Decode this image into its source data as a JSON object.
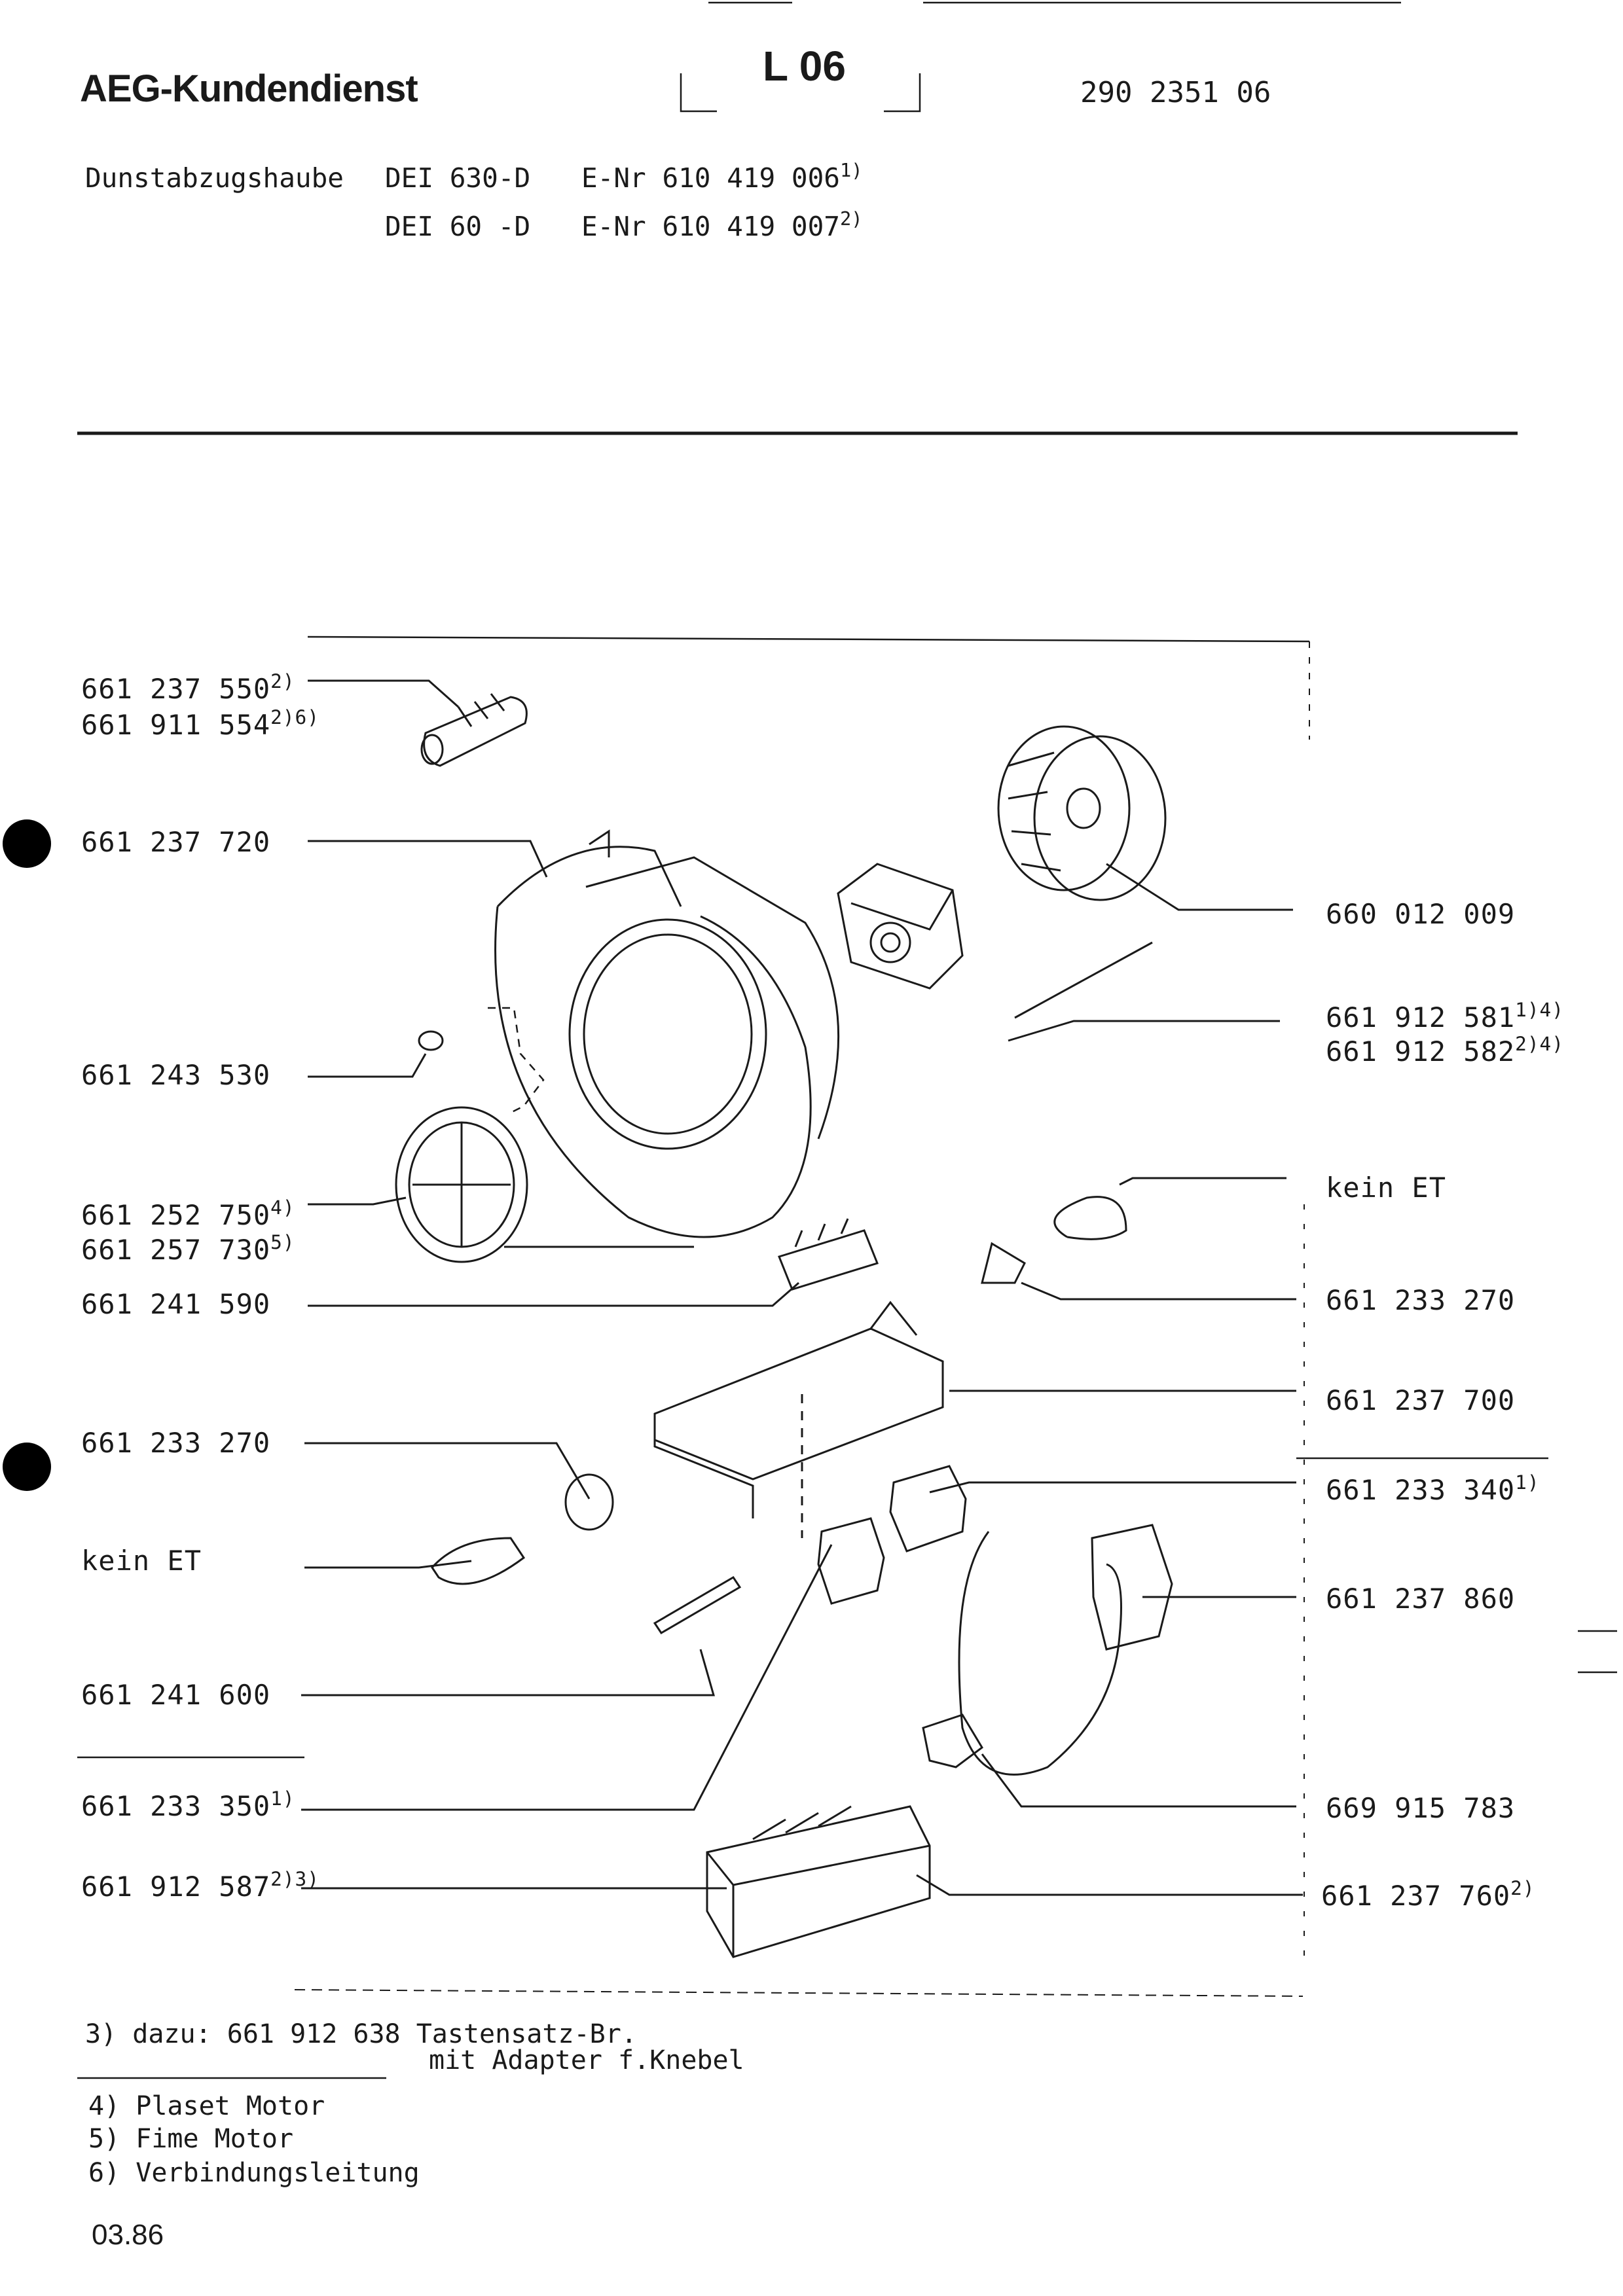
{
  "header": {
    "brand": "AEG-Kundendienst",
    "section_code": "L 06",
    "document_number": "290 2351 06"
  },
  "models": [
    {
      "product": "Dunstabzugshaube",
      "model": "DEI 630-D",
      "enr_label": "E-Nr",
      "enr": "610 419 006",
      "note": "1)"
    },
    {
      "product": "",
      "model": "DEI 60 -D",
      "enr_label": "E-Nr",
      "enr": "610 419 007",
      "note": "2)"
    }
  ],
  "parts_left": [
    {
      "number": "661 237 550",
      "note": "2)"
    },
    {
      "number": "661 911 554",
      "note": "2)6)"
    },
    {
      "number": "661 237 720",
      "note": ""
    },
    {
      "number": "661 243 530",
      "note": ""
    },
    {
      "number": "661 252 750",
      "note": "4)"
    },
    {
      "number": "661 257 730",
      "note": "5)"
    },
    {
      "number": "661 241 590",
      "note": ""
    },
    {
      "number": "661 233 270",
      "note": ""
    },
    {
      "number": "kein ET",
      "note": ""
    },
    {
      "number": "661 241 600",
      "note": ""
    },
    {
      "number": "661 233 350",
      "note": "1)"
    },
    {
      "number": "661 912 587",
      "note": "2)3)"
    }
  ],
  "parts_right": [
    {
      "number": "660 012 009",
      "note": ""
    },
    {
      "number": "661 912 581",
      "note": "1)4)"
    },
    {
      "number": "661 912 582",
      "note": "2)4)"
    },
    {
      "number": "kein ET",
      "note": ""
    },
    {
      "number": "661 233 270",
      "note": ""
    },
    {
      "number": "661 237 700",
      "note": ""
    },
    {
      "number": "661 233 340",
      "note": "1)"
    },
    {
      "number": "661 237 860",
      "note": ""
    },
    {
      "number": "669 915 783",
      "note": ""
    },
    {
      "number": "661 237 760",
      "note": "2)"
    }
  ],
  "footnotes": {
    "n3_line1": "3) dazu: 661 912 638 Tastensatz-Br.",
    "n3_line2": "mit Adapter f.Knebel",
    "n4": "4) Plaset Motor",
    "n5": "5) Fime Motor",
    "n6": "6) Verbindungsleitung"
  },
  "date": "03.86"
}
